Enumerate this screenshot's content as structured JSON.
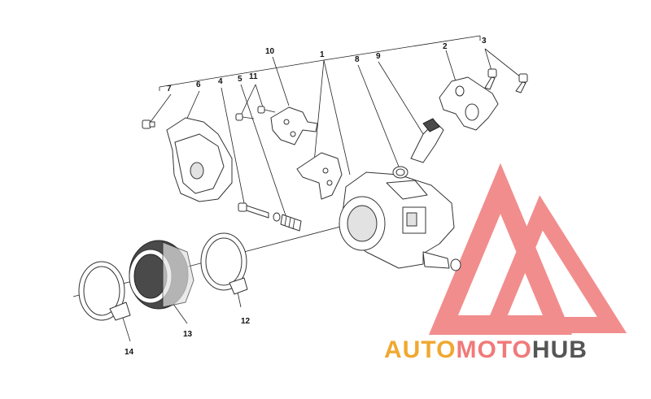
{
  "labels": {
    "l1": "1",
    "l2": "2",
    "l3": "3",
    "l4": "4",
    "l5": "5",
    "l6": "6",
    "l7": "7",
    "l8": "8",
    "l9": "9",
    "l10": "10",
    "l11": "11",
    "l12": "12",
    "l13": "13",
    "l14": "14"
  },
  "watermark": {
    "part1": "AUTO",
    "part2": "MOTO",
    "part3": "HUB",
    "color_orange": "#f0a830",
    "color_red": "#f07a7a",
    "color_gray": "#555555"
  }
}
